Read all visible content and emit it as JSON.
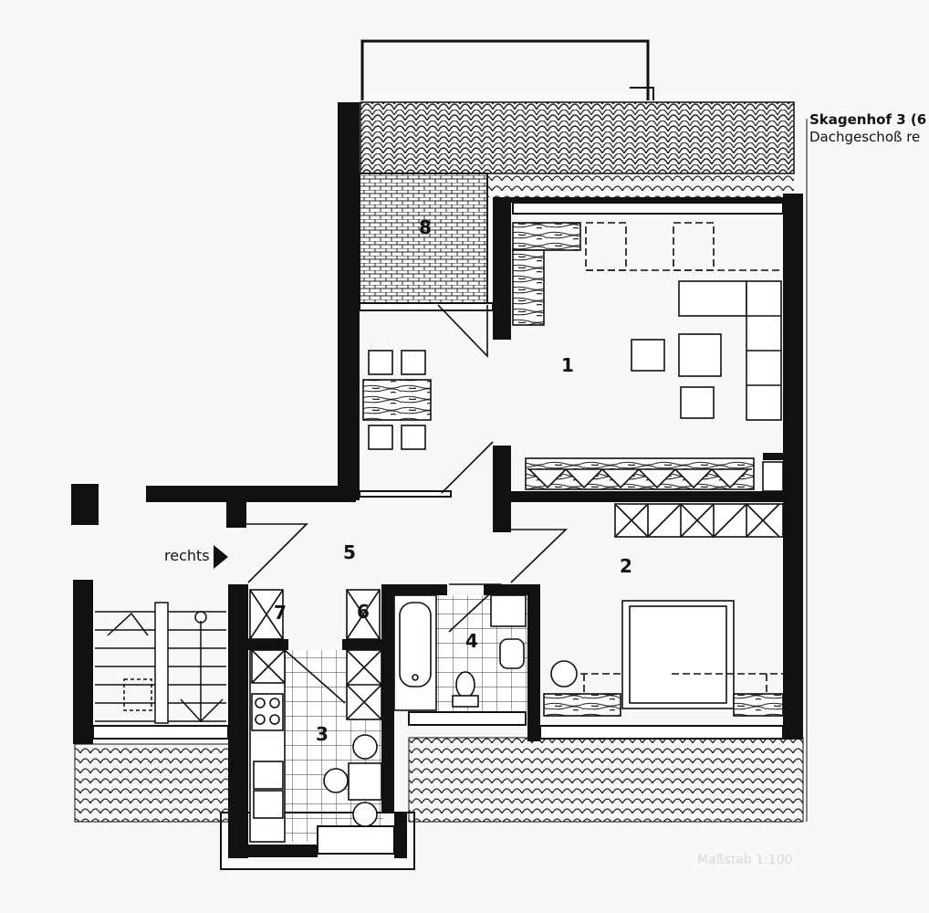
{
  "title_block": {
    "line1": "Skagenhof 3 (6",
    "line2": "Dachgeschoß re"
  },
  "rooms": [
    {
      "id": "1",
      "label": "1"
    },
    {
      "id": "2",
      "label": "2"
    },
    {
      "id": "3",
      "label": "3"
    },
    {
      "id": "4",
      "label": "4"
    },
    {
      "id": "5",
      "label": "5"
    },
    {
      "id": "6",
      "label": "6"
    },
    {
      "id": "7",
      "label": "7"
    },
    {
      "id": "8",
      "label": "8"
    }
  ],
  "entrance_label": "rechts",
  "scale_note": "Maßstab 1:100"
}
